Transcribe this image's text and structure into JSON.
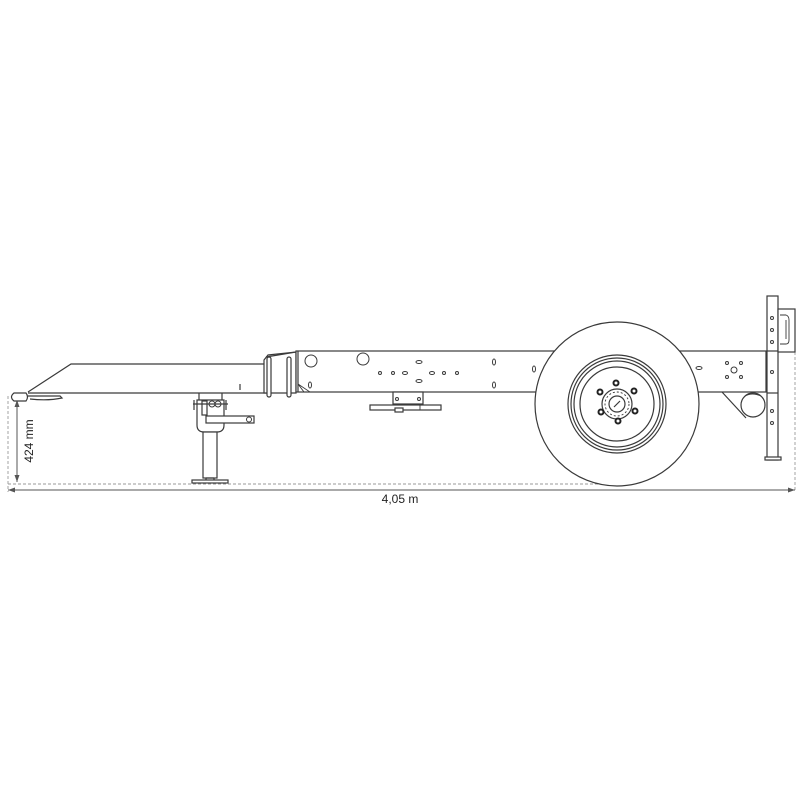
{
  "diagram": {
    "subject": "Single-axle trailer chassis, side elevation",
    "dimensions": {
      "overall_length": "4,05 m",
      "hitch_height": "424 mm"
    },
    "colors": {
      "line": "#3a3a3a",
      "dimension_line": "#555555",
      "extension_line": "#9a9a9a",
      "background": "#ffffff"
    },
    "components": [
      "drawbar",
      "hitch-coupling",
      "jockey-wheel-stand",
      "main-frame",
      "center-bracket",
      "wheel",
      "wheel-hub",
      "rear-support-leg",
      "rear-roller",
      "rear-bracket-plate"
    ]
  }
}
